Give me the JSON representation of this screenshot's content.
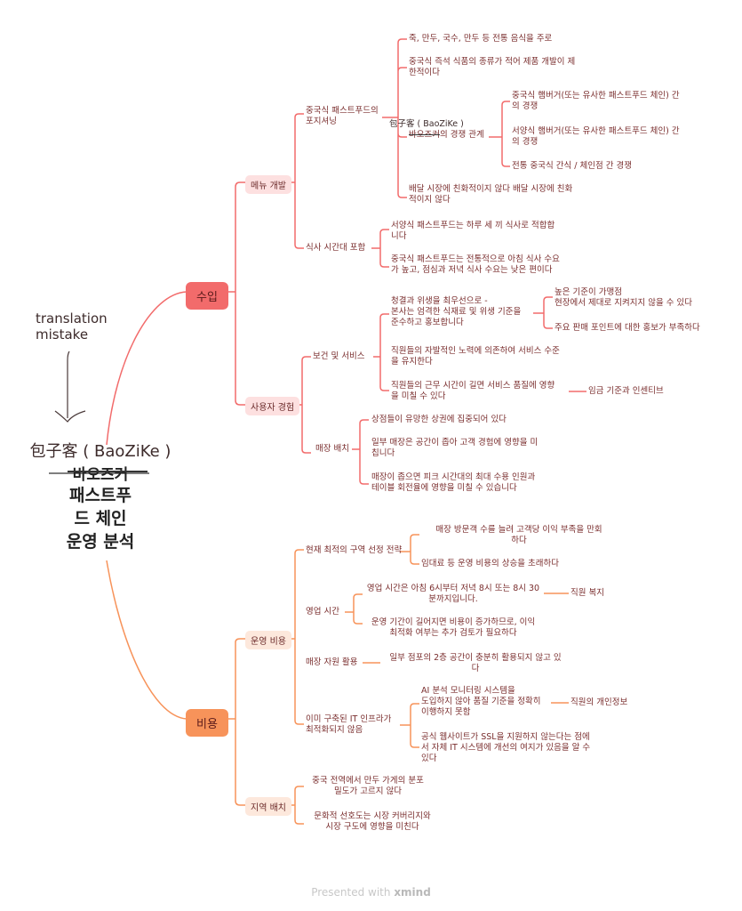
{
  "colors": {
    "red_branch": "#f26b6b",
    "orange_branch": "#f7935a",
    "red_sub_bg": "#fde0e0",
    "orange_sub_bg": "#fde8dc",
    "text": "#7a2e2e"
  },
  "center": {
    "handwritten": "包子客 ( BaoZiKe )",
    "struck": "바오즈커",
    "lines": [
      "패스트푸",
      "드 체인",
      "운영 분석"
    ]
  },
  "annotation": {
    "line1": "translation",
    "line2": "mistake",
    "arrow_icon": "down-arrow-icon"
  },
  "revenue": {
    "label": "수입",
    "menu_dev": {
      "label": "메뉴 개발",
      "positioning": {
        "label": [
          "중국식 패스트푸드의",
          "포지셔닝"
        ],
        "items": [
          "죽, 만두, 국수, 만두 등 전통 음식을 주로",
          [
            "중국식 즉석 식품의 종류가 적어 제품 개발이 제",
            "한적이다"
          ],
          [
            "배달 시장에 친화적이지 않다 배달 시장에 친화",
            "적이지 않다"
          ]
        ],
        "competition": {
          "handwritten": "包子客 ( BaoZiKe )",
          "struck": "바오즈커",
          "label_suffix": "의 경쟁 관계",
          "items": [
            [
              "중국식 햄버거(또는 유사한 패스트푸드 체인) 간",
              "의 경쟁"
            ],
            [
              "서양식 햄버거(또는 유사한 패스트푸드 체인) 간",
              "의 경쟁"
            ],
            "전통 중국식 간식 / 체인점 간 경쟁"
          ]
        }
      },
      "meal_time": {
        "label": "식사 시간대 포함",
        "items": [
          [
            "서양식 패스트푸드는 하루 세 끼 식사로 적합합",
            "니다"
          ],
          [
            "중국식 패스트푸드는 전통적으로 아침 식사 수요",
            "가 높고, 점심과 저녁 식사 수요는 낮은 편이다"
          ]
        ]
      }
    },
    "user_exp": {
      "label": "사용자 경험",
      "health": {
        "label": "보건 및 서비스",
        "hygiene": {
          "label": [
            "청결과 위생을 최우선으로 -",
            "본사는 엄격한 식재료 및 위생 기준을",
            "준수하고 홍보합니다"
          ],
          "items": [
            [
              "높은 기준이 가맹점",
              "현장에서 제대로 지켜지지 않을 수 있다"
            ],
            "주요 판매 포인트에 대한 홍보가 부족하다"
          ]
        },
        "staff_effort": [
          "직원들의 자발적인 노력에 의존하여 서비스 수준",
          "을 유지한다"
        ],
        "work_hours": {
          "label": [
            "직원들의 근무 시간이 길면 서비스 품질에 영향",
            "을 미칠 수 있다"
          ],
          "child": "임금 기준과 인센티브"
        }
      },
      "store_layout": {
        "label": "매장 배치",
        "items": [
          "상점들이 유망한 상권에 집중되어 있다",
          [
            "일부 매장은 공간이 좁아 고객 경험에 영향을 미",
            "칩니다"
          ],
          [
            "매장이 좁으면 피크 시간대의 최대 수용 인원과",
            "테이블 회전율에 영향을 미칠 수 있습니다"
          ]
        ]
      }
    }
  },
  "cost": {
    "label": "비용",
    "operating": {
      "label": "운영 비용",
      "zone": {
        "label": "현재 최적의 구역 선정 전략",
        "items": [
          [
            "매장 방문객 수를 늘려 고객당 이익 부족을 만회",
            "하다"
          ],
          "임대료 등 운영 비용의 상승을 초래하다"
        ]
      },
      "hours": {
        "label": "영업 시간",
        "item1": [
          "영업 시간은 아침 6시부터 저녁 8시 또는 8시 30",
          "분까지입니다."
        ],
        "item1_child": "직원 복지",
        "item2": [
          "운영 기간이 길어지면 비용이 증가하므로, 이익",
          "최적화 여부는 추가 검토가 필요하다"
        ]
      },
      "resource": {
        "label": "매장 자원 활용",
        "item": [
          "일부 점포의 2층 공간이 충분히 활용되지 않고 있",
          "다"
        ]
      },
      "it": {
        "label": [
          "이미 구축된 IT 인프라가",
          "최적화되지 않음"
        ],
        "item1": [
          "AI 분석 모니터링 시스템을",
          "도입하지 않아 품질 기준을 정확히",
          "이행하지 못함"
        ],
        "item1_child": "직원의 개인정보",
        "item2": [
          "공식 웹사이트가 SSL을 지원하지 않는다는 점에",
          "서 자체 IT 시스템에 개선의 여지가 있음을 알 수",
          "있다"
        ]
      }
    },
    "regional": {
      "label": "지역 배치",
      "items": [
        [
          "중국 전역에서 만두 가게의 분포",
          "밀도가 고르지 않다"
        ],
        [
          "문화적 선호도는 시장 커버리지와",
          "시장 구도에 영향을 미친다"
        ]
      ]
    }
  },
  "footer": {
    "prefix": "Presented with",
    "brand": "xmind"
  }
}
